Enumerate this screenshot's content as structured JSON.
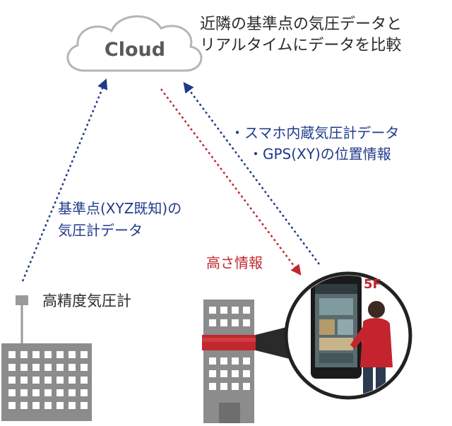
{
  "cloud": {
    "label": "Cloud"
  },
  "comparison_note": {
    "lines": [
      "近隣の基準点の気圧データと",
      "リアルタイムにデータを比較"
    ]
  },
  "upload_note": {
    "lines": [
      "・スマホ内蔵気圧計データ",
      "・GPS(XY)の位置情報"
    ]
  },
  "reference_note": {
    "lines": [
      "基準点(XYZ既知)の",
      "気圧計データ"
    ]
  },
  "height_info": {
    "label": "高さ情報"
  },
  "barometer": {
    "label": "高精度気圧計"
  },
  "floor": {
    "label": "5F"
  },
  "colors": {
    "blue_arrow": "#1f3a8a",
    "red_arrow": "#c0282e",
    "building": "#8c8c8c",
    "phone_ring": "#222222"
  }
}
